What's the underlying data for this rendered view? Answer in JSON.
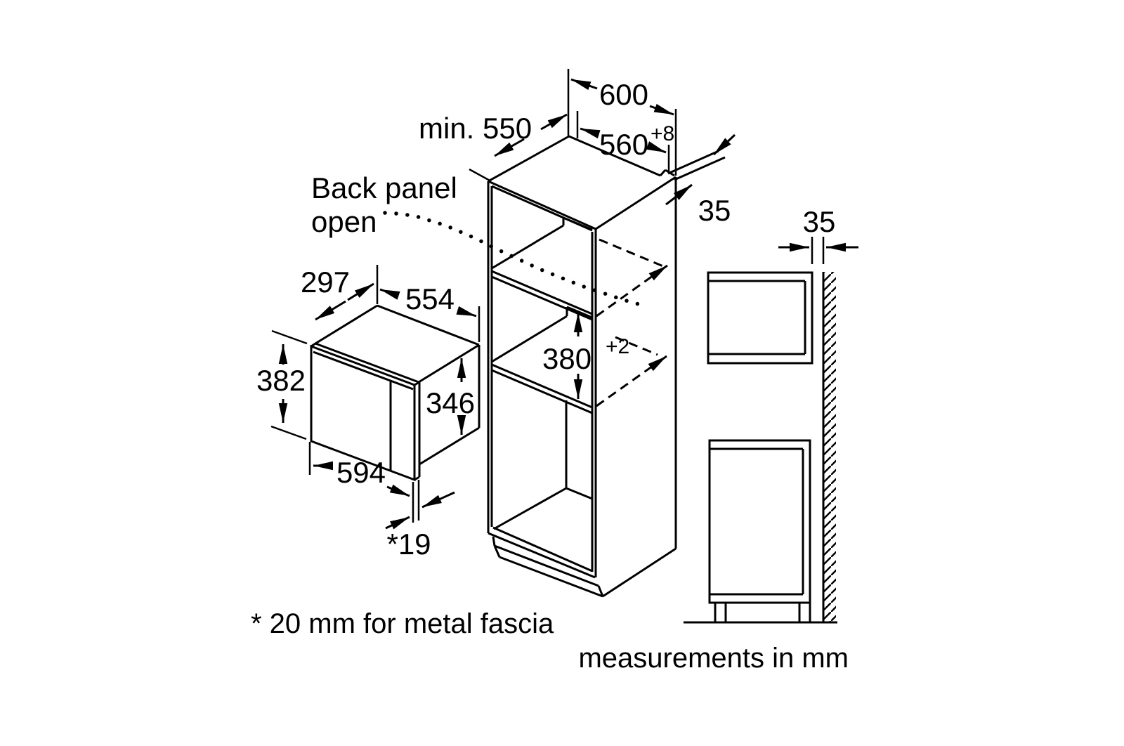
{
  "figure": {
    "title_hidden": "",
    "units_note": "measurements in mm",
    "footnote": "* 20 mm for metal fascia",
    "callout": {
      "line1": "Back panel",
      "line2": "open"
    },
    "colors": {
      "line": "#000000",
      "background": "#ffffff"
    },
    "dimensions": {
      "cabinet_width": "600",
      "min_depth": "min. 550",
      "niche_width": "560",
      "niche_width_tol": "+8",
      "back_gap": "35",
      "wall_gap": "35",
      "appliance_depth": "297",
      "body_width": "554",
      "fascia_height": "382",
      "body_height": "346",
      "niche_height": "380",
      "niche_height_tol": "+2",
      "fascia_width": "594",
      "fascia_depth": "*19"
    }
  }
}
